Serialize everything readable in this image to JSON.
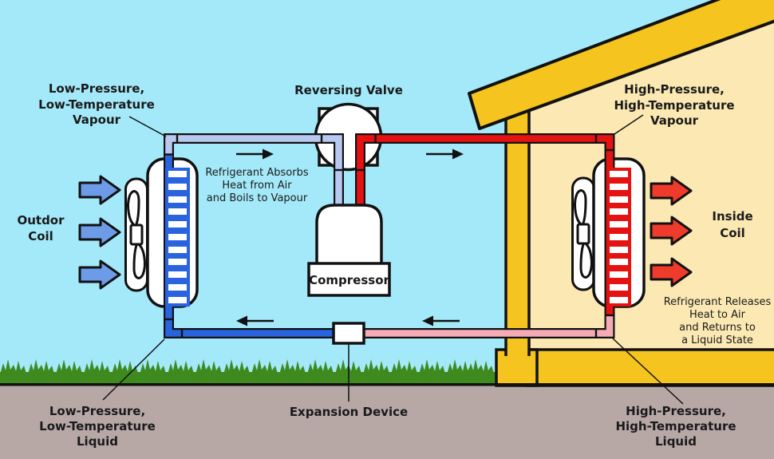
{
  "diagram": {
    "labels": {
      "low_pressure_vapour": {
        "lines": [
          "Low-Pressure,",
          "Low-Temperature",
          "Vapour"
        ]
      },
      "reversing_valve": "Reversing Valve",
      "high_pressure_vapour": {
        "lines": [
          "High-Pressure,",
          "High-Temperature",
          "Vapour"
        ]
      },
      "refrigerant_absorbs": {
        "lines": [
          "Refrigerant Absorbs",
          "Heat from Air",
          "and Boils to Vapour"
        ]
      },
      "outdoor_coil": {
        "lines": [
          "Outdor",
          "Coil"
        ]
      },
      "inside_coil": {
        "lines": [
          "Inside",
          "Coil"
        ]
      },
      "compressor": "Compressor",
      "refrigerant_releases": {
        "lines": [
          "Refrigerant Releases",
          "Heat to Air",
          "and Returns to",
          "a Liquid State"
        ]
      },
      "low_pressure_liquid": {
        "lines": [
          "Low-Pressure,",
          "Low-Temperature",
          "Liquid"
        ]
      },
      "expansion_device": "Expansion Device",
      "high_pressure_liquid": {
        "lines": [
          "High-Pressure,",
          "High-Temperature",
          "Liquid"
        ]
      }
    },
    "colors": {
      "sky": "#A4E9F9",
      "ground": "#B7A8A6",
      "grass": "#3E8A1E",
      "house_gold": "#F5C41E",
      "house_interior": "#FBE8B2",
      "pipe_low_pressure_vapour": "#B9C8F0",
      "pipe_low_pressure_liquid": "#2A63DE",
      "pipe_high_pressure_vapour": "#E51212",
      "pipe_high_pressure_liquid": "#F5ABB5",
      "cold_air_arrow": "#6D9BE8",
      "hot_air_arrow": "#EF3B2B",
      "outline": "#111111",
      "text": "#1A1A1A"
    }
  }
}
